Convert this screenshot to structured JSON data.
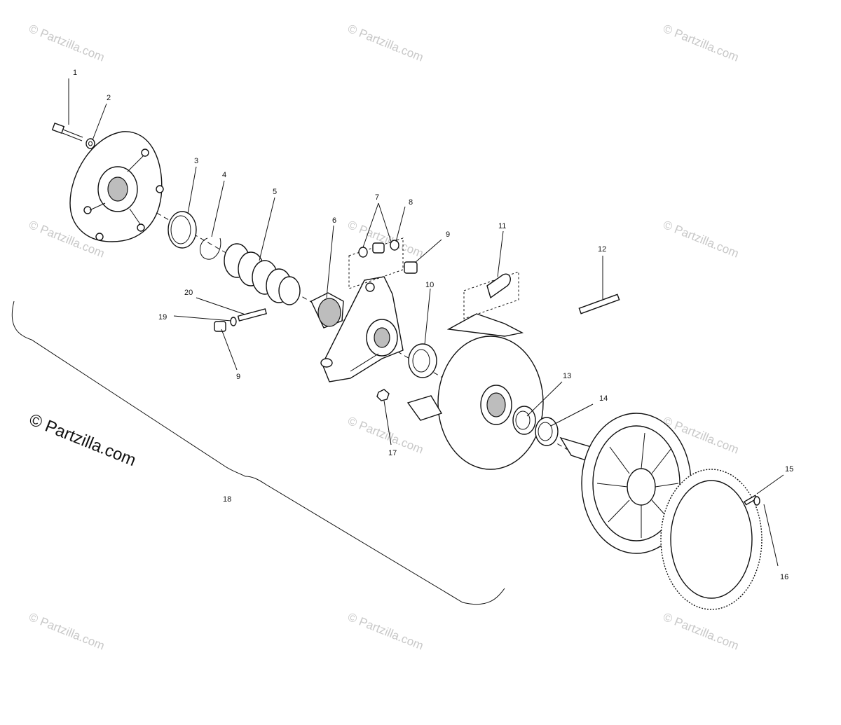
{
  "watermark": {
    "main_text": "© Partzilla.com",
    "faint_text": "© Partzilla.com"
  },
  "callouts": {
    "c1": "1",
    "c2": "2",
    "c3": "3",
    "c4": "4",
    "c5": "5",
    "c6": "6",
    "c7": "7",
    "c8": "8",
    "c9a": "9",
    "c9b": "9",
    "c10": "10",
    "c11": "11",
    "c12": "12",
    "c13": "13",
    "c14": "14",
    "c15": "15",
    "c16": "16",
    "c17": "17",
    "c18": "18",
    "c19": "19",
    "c20": "20"
  },
  "colors": {
    "line": "#111111",
    "watermark": "#c8c8c8",
    "background": "#ffffff"
  }
}
